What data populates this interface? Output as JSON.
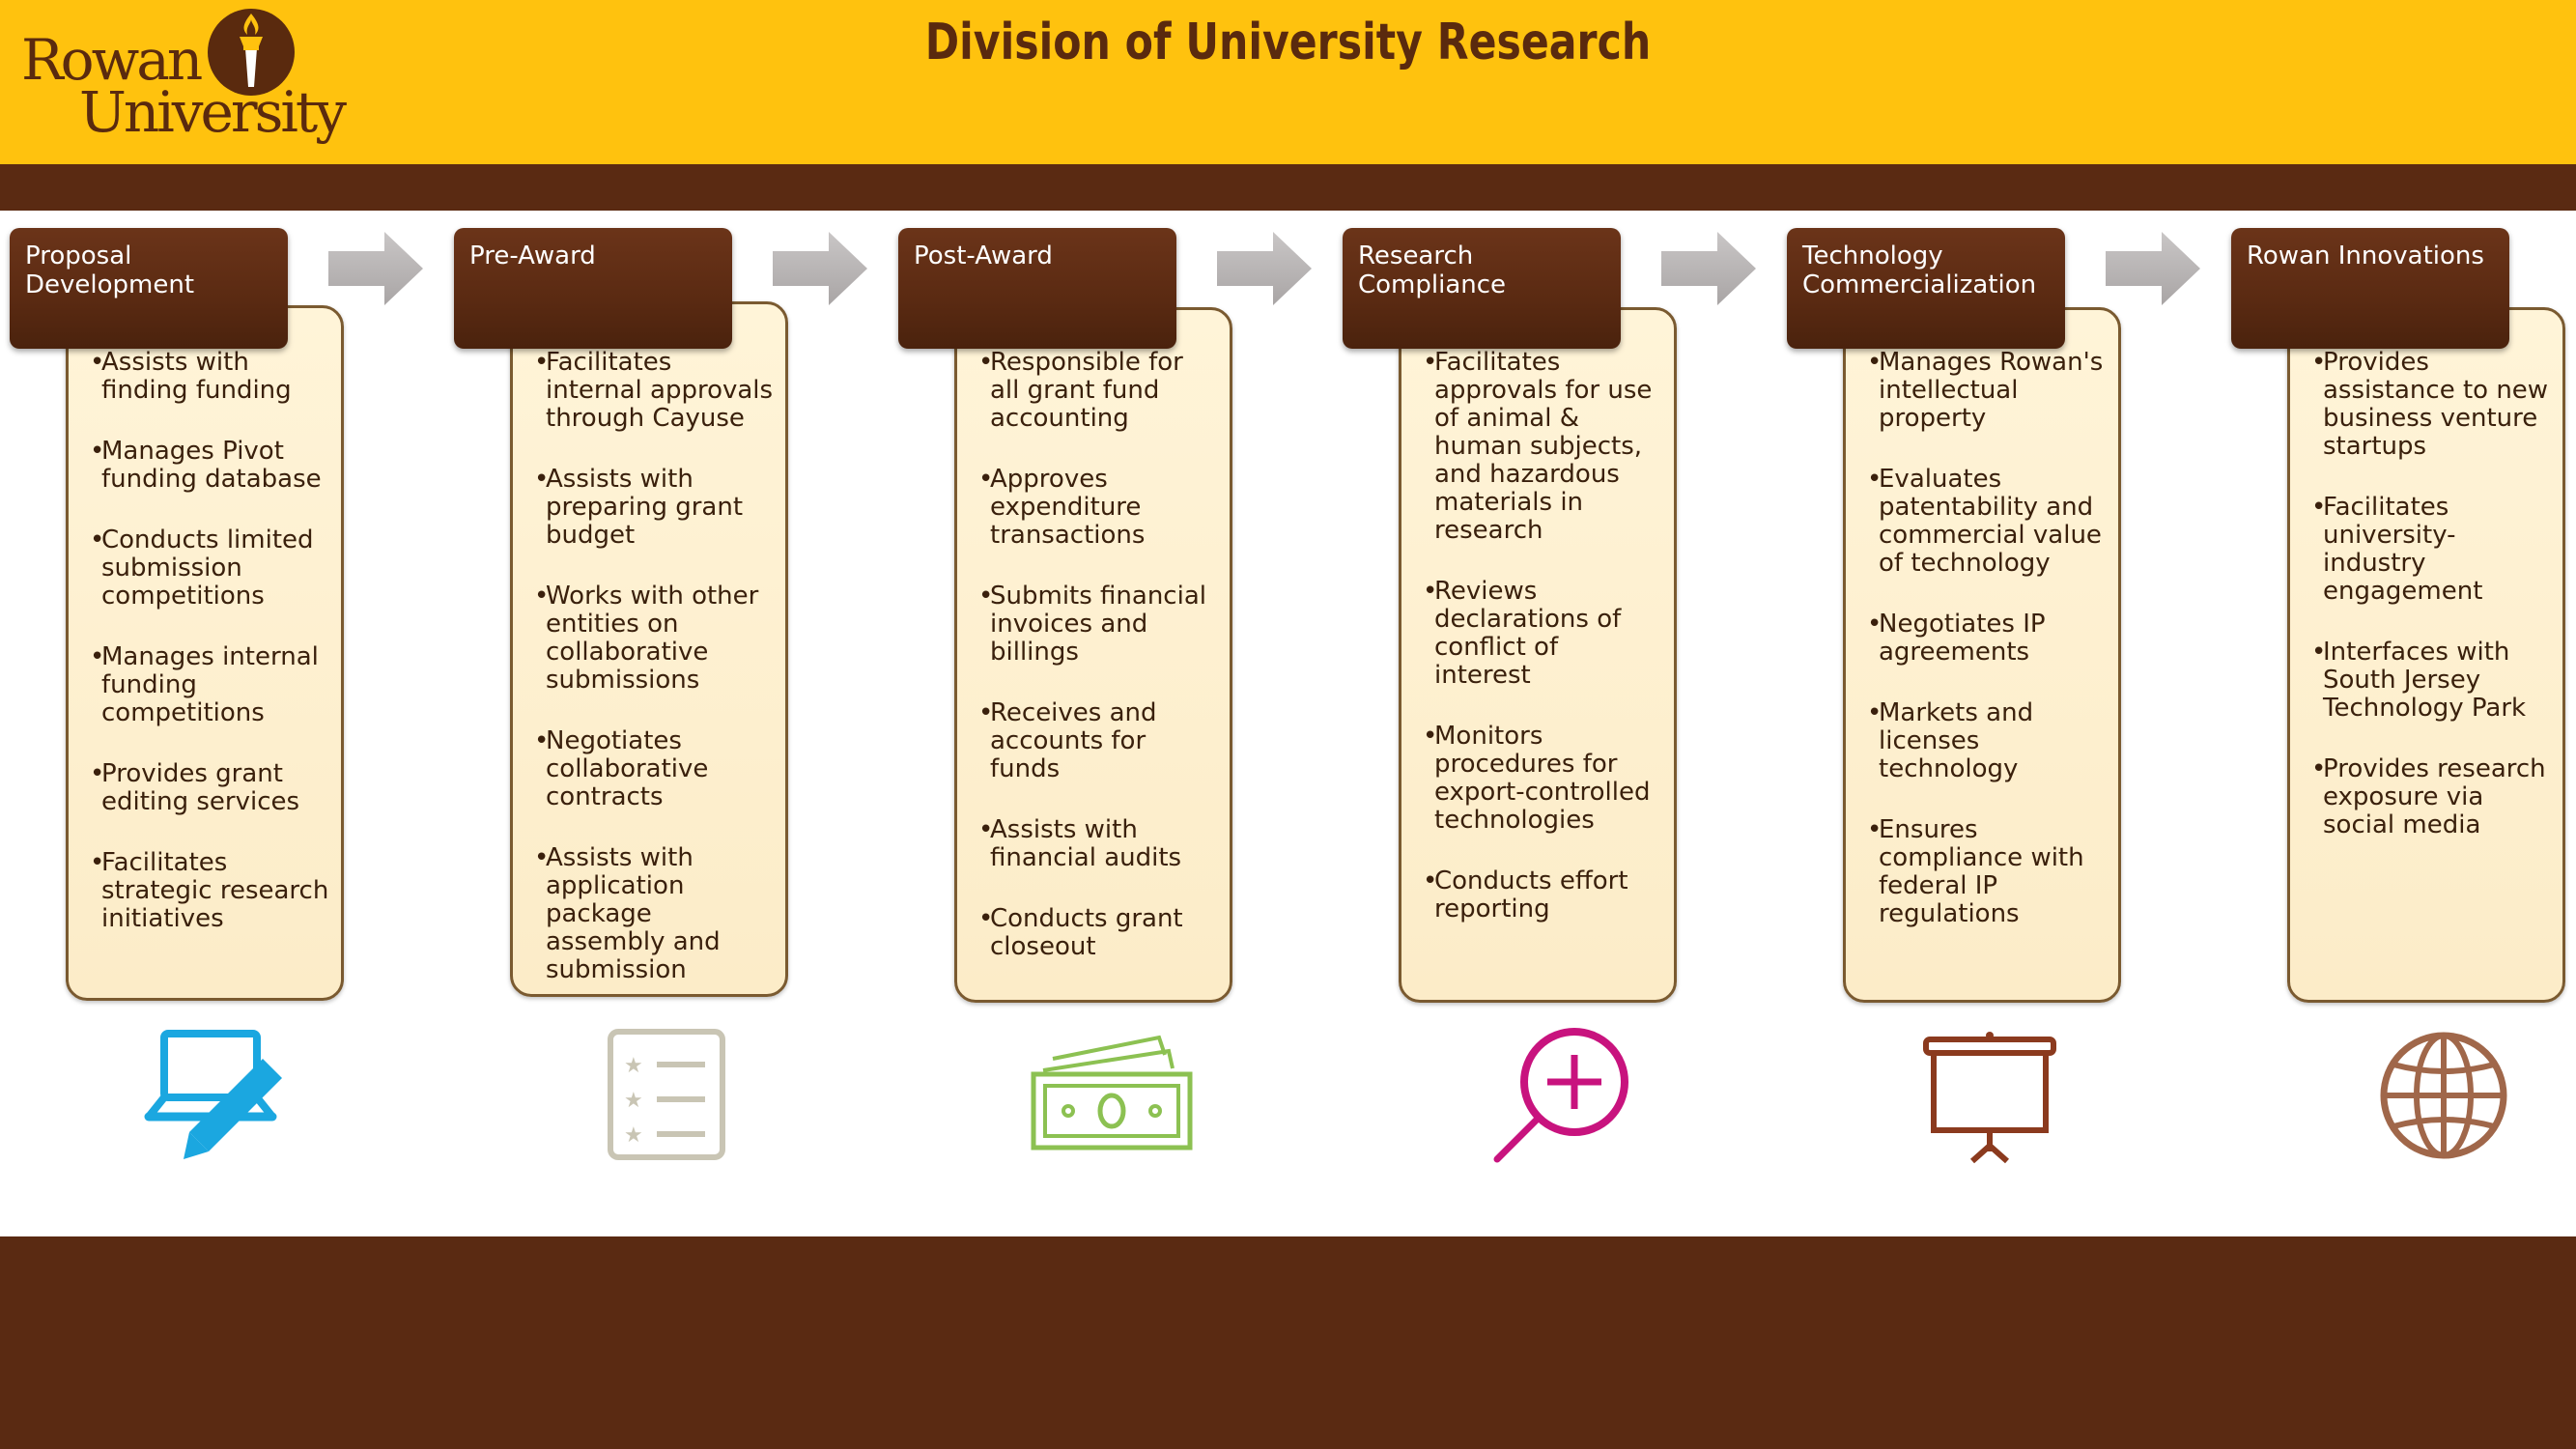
{
  "header": {
    "title": "Division of University Research",
    "logo": {
      "line1": "Rowan",
      "line2": "University"
    }
  },
  "colors": {
    "header_bg": "#FFC20E",
    "brown": "#5A2A12",
    "card_bg": "#FCECC8"
  },
  "columns": [
    {
      "label": "Proposal\nDevelopment",
      "icon": "laptop-pen-icon",
      "icon_color": "#1BA7E0",
      "items": [
        "Assists with finding funding",
        "Manages Pivot funding database",
        "Conducts limited submission competitions",
        "Manages internal funding competitions",
        "Provides grant editing services",
        "Facilitates strategic research initiatives"
      ]
    },
    {
      "label": "Pre-Award",
      "icon": "checklist-icon",
      "icon_color": "#C9C5B4",
      "items": [
        "Facilitates internal approvals through Cayuse",
        "Assists with preparing grant budget",
        "Works with other entities on collaborative submissions",
        "Negotiates collaborative contracts",
        "Assists with application package assembly and submission"
      ]
    },
    {
      "label": "Post-Award",
      "icon": "money-icon",
      "icon_color": "#8CC152",
      "items": [
        "Responsible for all grant fund accounting",
        "Approves expenditure transactions",
        "Submits financial invoices and billings",
        "Receives and accounts for funds",
        "Assists with financial audits",
        "Conducts grant closeout"
      ]
    },
    {
      "label": "Research\nCompliance",
      "icon": "magnifier-plus-icon",
      "icon_color": "#C8137E",
      "items": [
        "Facilitates approvals for use of animal & human subjects, and hazardous materials in research",
        "Reviews declarations of conflict of interest",
        "Monitors procedures for export-controlled technologies",
        "Conducts effort reporting"
      ]
    },
    {
      "label": "Technology\nCommercialization",
      "icon": "presentation-board-icon",
      "icon_color": "#8B3A1E",
      "items": [
        "Manages Rowan's intellectual property",
        "Evaluates patentability and commercial value of technology",
        "Negotiates IP agreements",
        "Markets and licenses technology",
        "Ensures compliance with federal IP regulations"
      ]
    },
    {
      "label": "Rowan Innovations",
      "icon": "globe-icon",
      "icon_color": "#A0674A",
      "items": [
        "Provides assistance to new business venture startups",
        "Facilitates university-industry engagement",
        "Interfaces with South Jersey Technology Park",
        "Provides research exposure via social media"
      ]
    }
  ]
}
